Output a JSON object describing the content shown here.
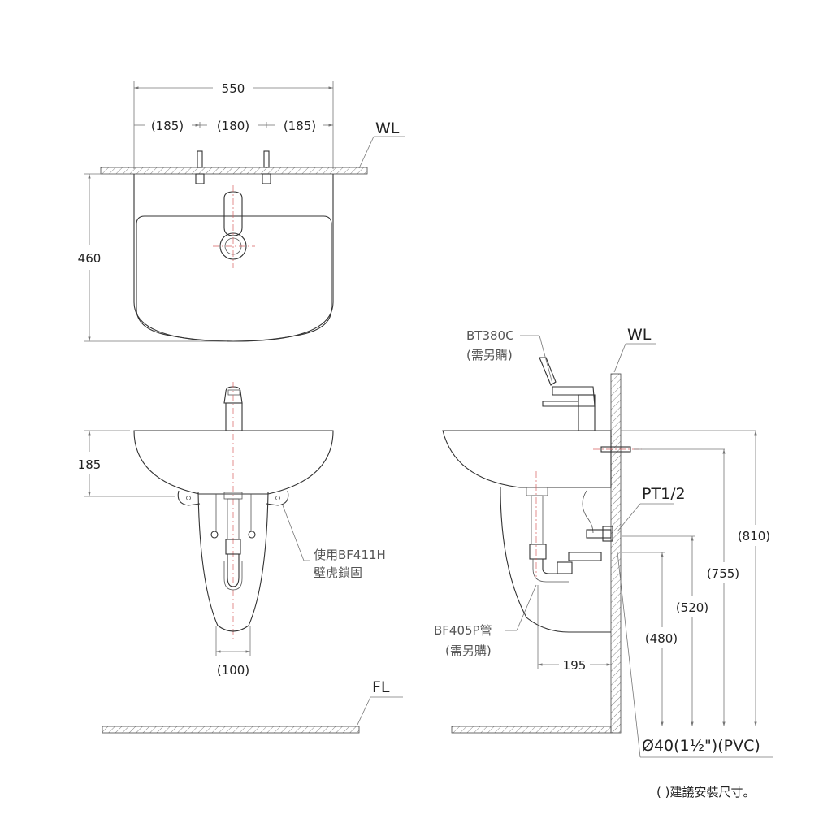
{
  "top_view": {
    "width_total": "550",
    "seg_left": "(185)",
    "seg_mid": "(180)",
    "seg_right": "(185)",
    "wall_label": "WL",
    "depth": "460"
  },
  "front_view": {
    "height": "185",
    "bracket_label_line1": "使用BF411H",
    "bracket_label_line2": "壁虎鎖固",
    "pedestal_width": "(100)"
  },
  "side_view": {
    "faucet_model": "BT380C",
    "faucet_note": "(需另購)",
    "wall_label": "WL",
    "supply_label": "PT1/2",
    "trap_model": "BF405P管",
    "trap_note": "(需另購)",
    "wall_offset": "195",
    "h810": "(810)",
    "h755": "(755)",
    "h520": "(520)",
    "h480": "(480)",
    "drain_label": "Ø40(1½\")(PVC)"
  },
  "floor_label": "FL",
  "footnote": "( )建議安裝尺寸。",
  "colors": {
    "line": "#333333",
    "centerline": "#d86060",
    "dimension": "#777777"
  }
}
